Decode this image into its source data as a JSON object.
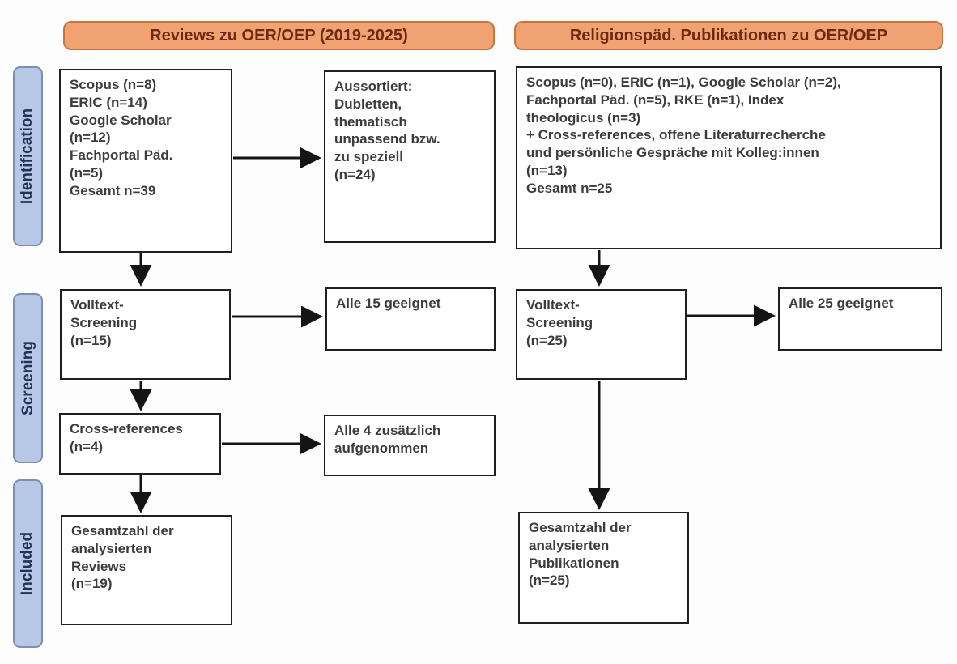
{
  "colors": {
    "header_fill": "#f1a273",
    "header_border": "#c9733d",
    "header_text": "#6e2a10",
    "stage_fill": "#b7c7e6",
    "stage_border": "#7b8fae",
    "stage_text": "#1f3455",
    "box_border": "#1f1f1f",
    "box_text": "#3c3c3c",
    "arrow": "#141414"
  },
  "headers": {
    "left": "Reviews zu OER/OEP (2019-2025)",
    "right": "Religionspäd. Publikationen zu OER/OEP"
  },
  "stages": {
    "identification": "Identification",
    "screening": "Screening",
    "included": "Included"
  },
  "left_flow": {
    "sources": "Scopus (n=8)\nERIC (n=14)\nGoogle Scholar\n(n=12)\nFachportal Päd.\n(n=5)\nGesamt n=39",
    "excluded": "Aussortiert:\nDubletten,\nthematisch\nunpassend bzw.\nzu speziell\n(n=24)",
    "fulltext_screening": "Volltext-\nScreening\n(n=15)",
    "fulltext_result": "Alle 15 geeignet",
    "cross_references": "Cross-references\n(n=4)",
    "cross_references_result": "Alle 4 zusätzlich\naufgenommen",
    "included_total": "Gesamtzahl der\nanalysierten\nReviews\n(n=19)"
  },
  "right_flow": {
    "sources": "Scopus (n=0), ERIC (n=1), Google Scholar (n=2),\nFachportal Päd. (n=5), RKE (n=1), Index\ntheologicus (n=3)\n+ Cross-references, offene Literaturrecherche\nund persönliche Gespräche mit Kolleg:innen\n(n=13)\nGesamt n=25",
    "fulltext_screening": "Volltext-\nScreening\n(n=25)",
    "fulltext_result": "Alle 25 geeignet",
    "included_total": "Gesamtzahl der\nanalysierten\nPublikationen\n(n=25)"
  }
}
